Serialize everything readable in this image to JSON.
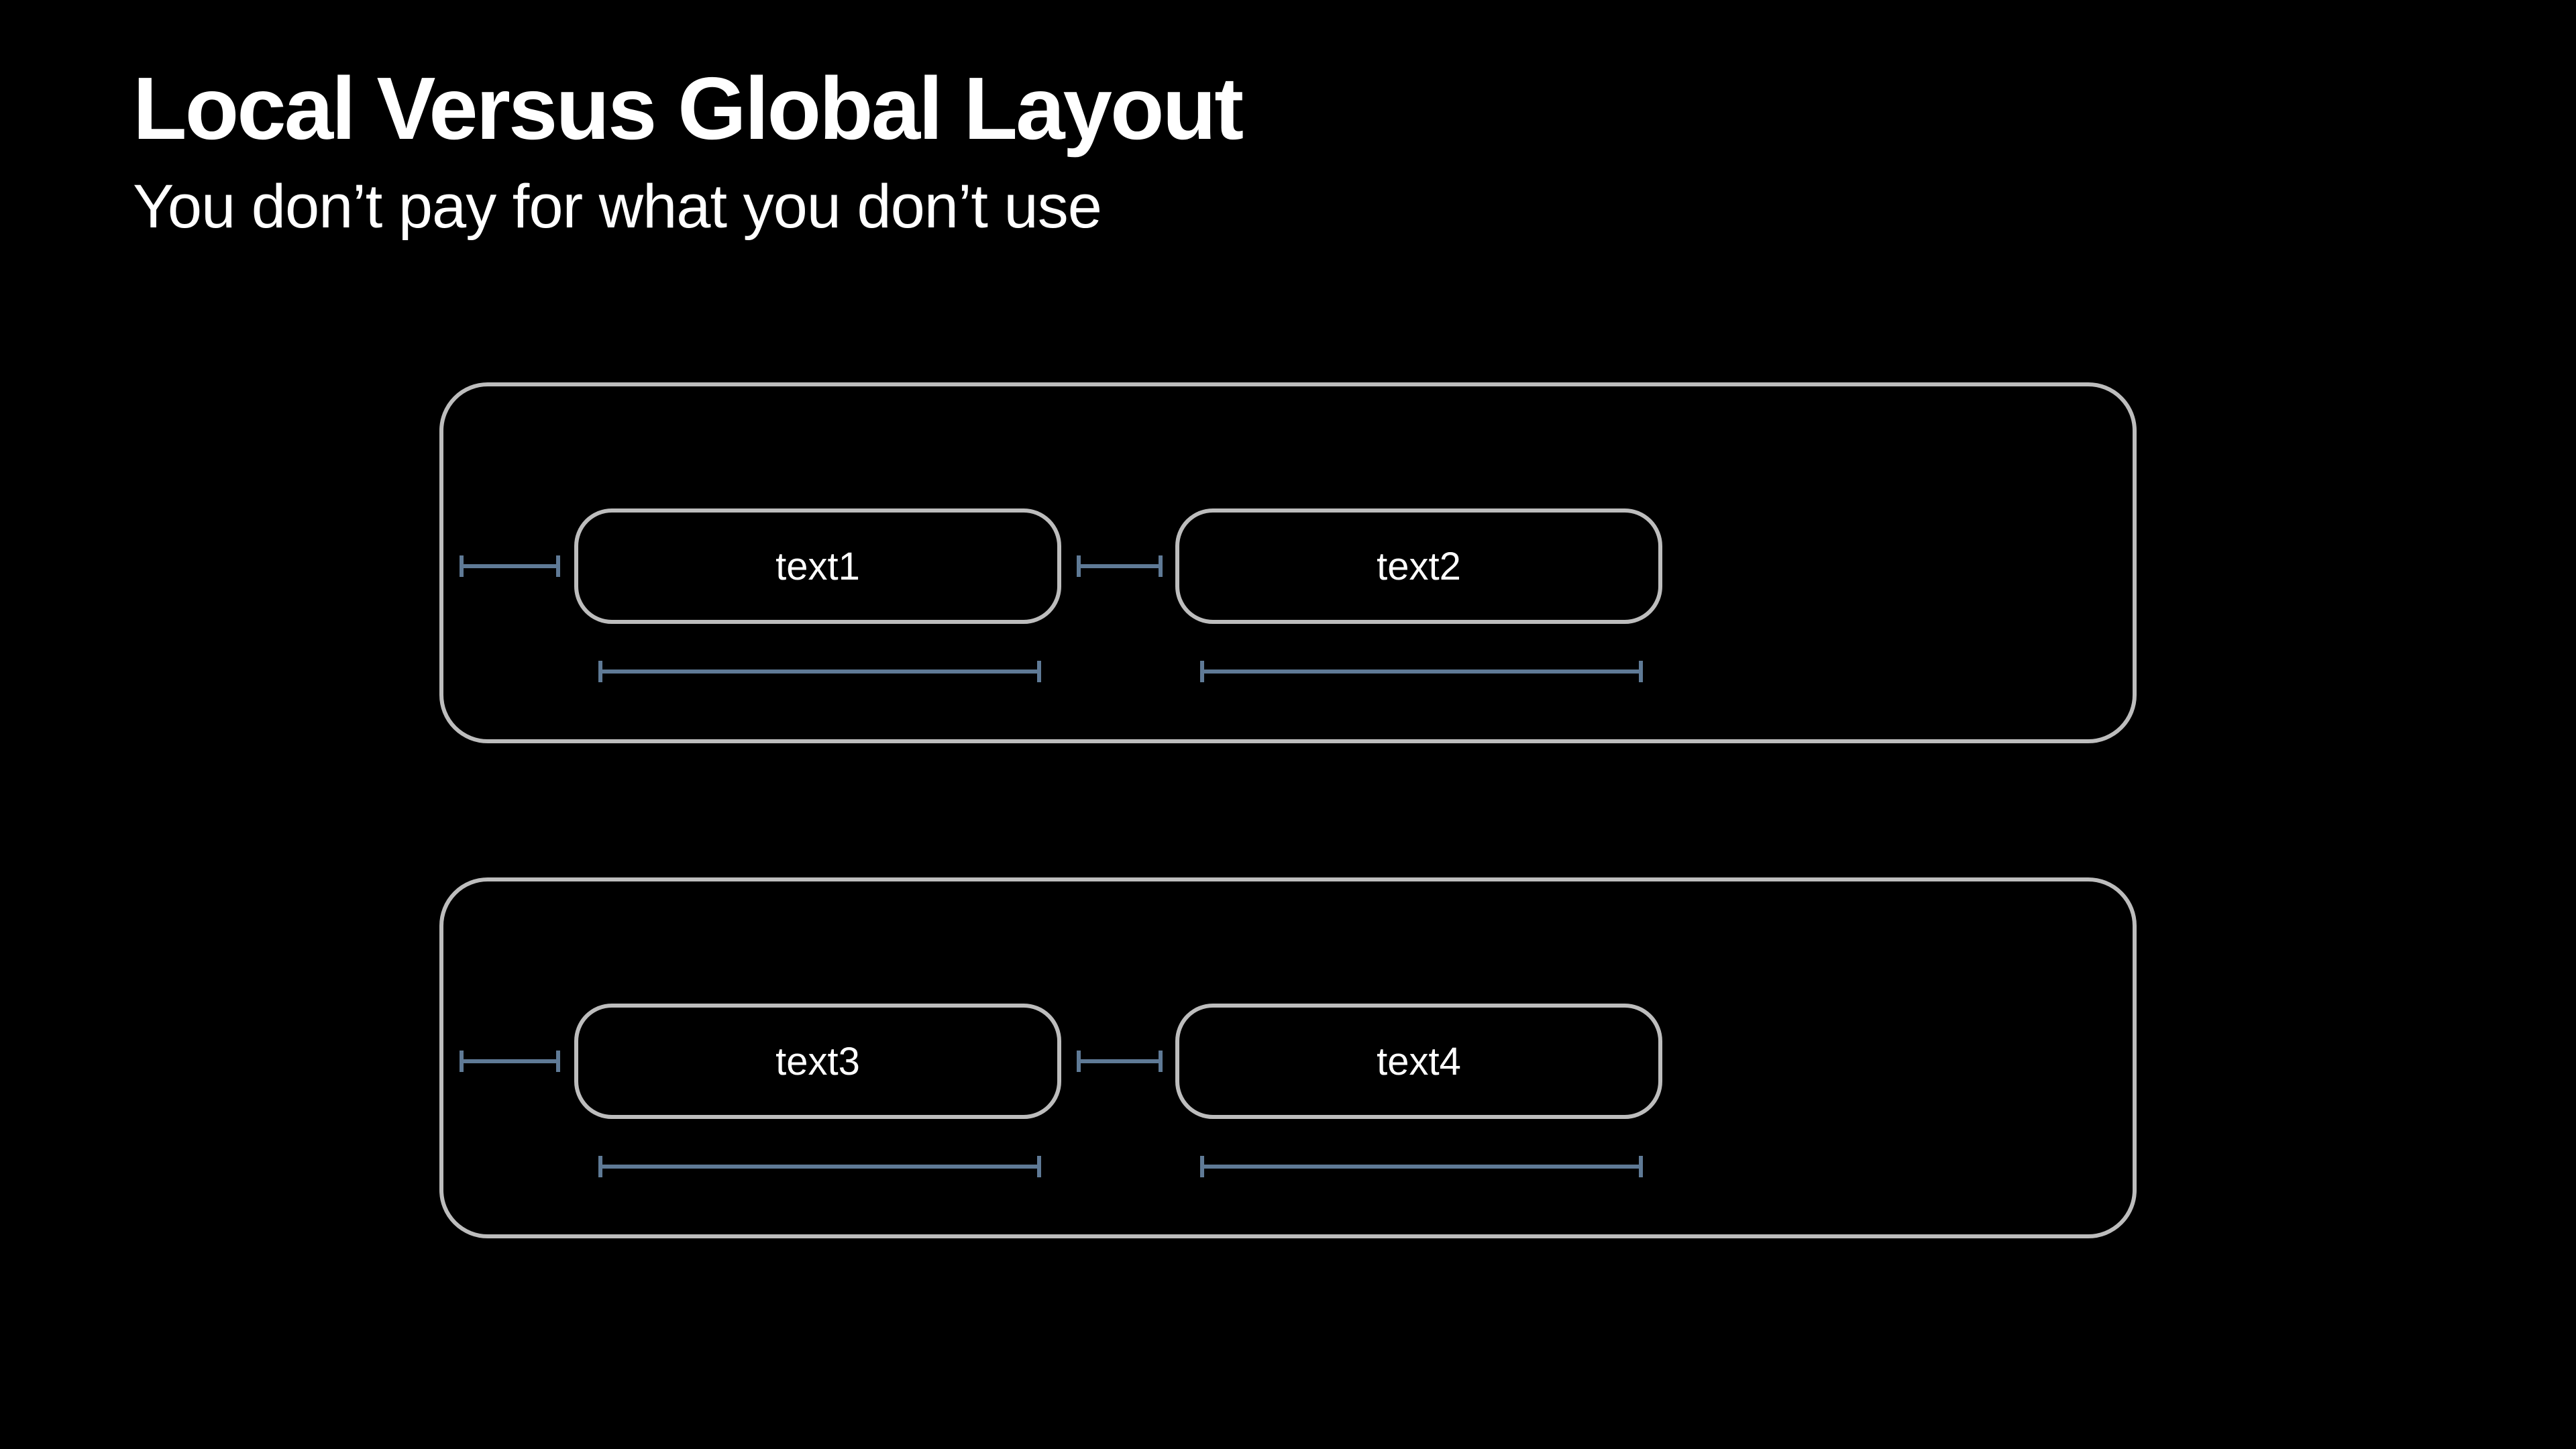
{
  "slide": {
    "title": "Local Versus Global Layout",
    "subtitle": "You don’t pay for what you don’t use"
  },
  "diagram": {
    "rows": [
      {
        "first_label": "text1",
        "second_label": "text2"
      },
      {
        "first_label": "text3",
        "second_label": "text4"
      }
    ]
  },
  "colors": {
    "background": "#000000",
    "outline": "#bdbdbd",
    "measure": "#5f7a96",
    "text": "#ffffff"
  }
}
